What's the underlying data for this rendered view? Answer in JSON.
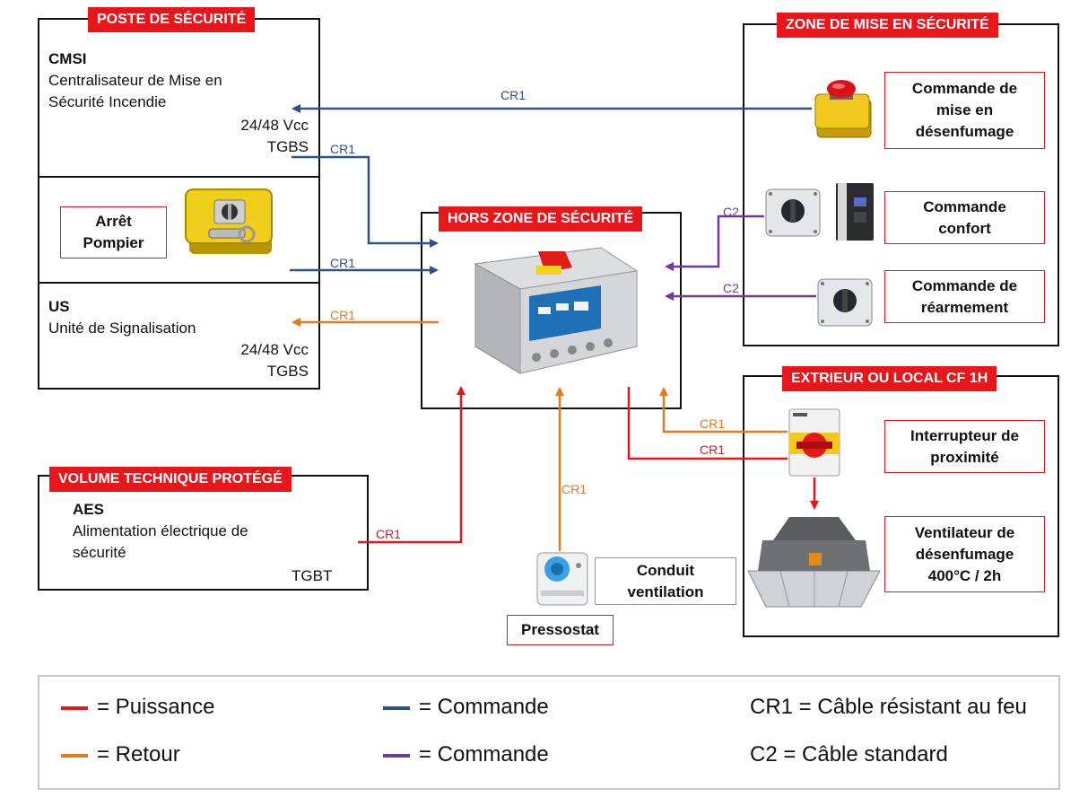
{
  "colors": {
    "puissance": "#e8151b",
    "commande": "#2e5287",
    "retour": "#e07b22",
    "commande_c2": "#6f3aa0",
    "tag": "#e8151b"
  },
  "poste": {
    "tag": "POSTE DE SÉCURITÉ",
    "cmsi_title": "CMSI",
    "cmsi_line1": "Centralisateur de Mise en",
    "cmsi_line2": "Sécurité Incendie",
    "cmsi_v": "24/48 Vcc",
    "cmsi_tgbs": "TGBS",
    "arret_line1": "Arrêt",
    "arret_line2": "Pompier",
    "us_title": "US",
    "us_desc": "Unité de Signalisation",
    "us_v": "24/48 Vcc",
    "us_tgbs": "TGBS"
  },
  "zone": {
    "tag": "ZONE DE MISE EN SÉCURITÉ",
    "cmd_desenf_1": "Commande de",
    "cmd_desenf_2": "mise en",
    "cmd_desenf_3": "désenfumage",
    "cmd_confort_1": "Commande",
    "cmd_confort_2": "confort",
    "cmd_rearm_1": "Commande de",
    "cmd_rearm_2": "réarmement"
  },
  "hors": {
    "tag": "HORS ZONE DE SÉCURITÉ"
  },
  "ext": {
    "tag": "EXTRIEUR OU LOCAL CF 1H",
    "inter_1": "Interrupteur de",
    "inter_2": "proximité",
    "vent_1": "Ventilateur de",
    "vent_2": "désenfumage",
    "vent_3": "400°C / 2h"
  },
  "vtp": {
    "tag": "VOLUME TECHNIQUE PROTÉGÉ",
    "aes_title": "AES",
    "aes_line1": "Alimentation électrique de",
    "aes_line2": "sécurité",
    "aes_tgbt": "TGBT"
  },
  "pressostat": "Pressostat",
  "conduit_1": "Conduit",
  "conduit_2": "ventilation",
  "cables": {
    "cr1": "CR1",
    "c2": "C2"
  },
  "legend": {
    "puissance": "= Puissance",
    "retour": "= Retour",
    "commande1": "= Commande",
    "commande2": "= Commande",
    "cr1": "CR1 = Câble résistant au feu",
    "c2": "C2 = Câble standard"
  }
}
